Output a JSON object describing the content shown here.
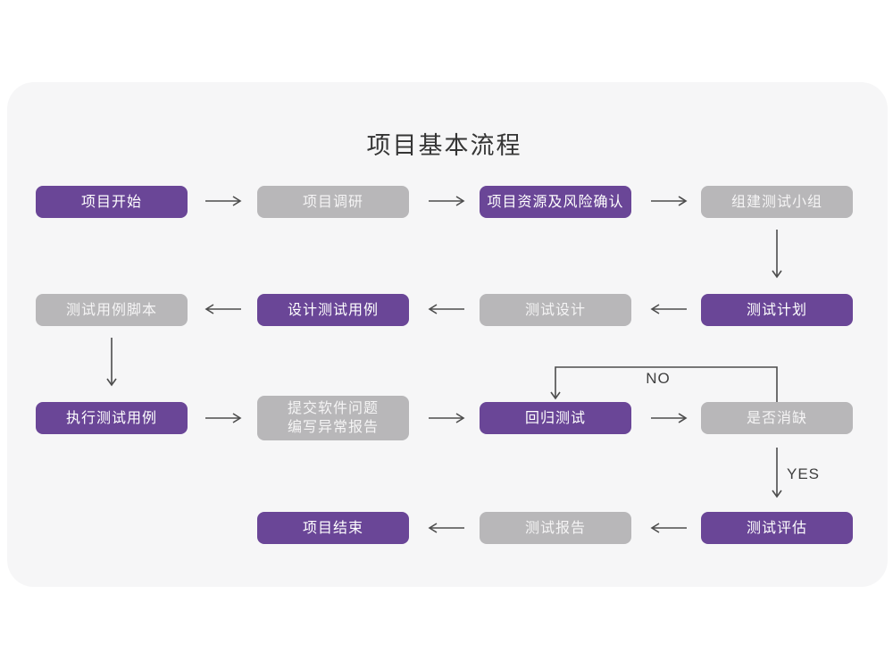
{
  "title": "项目基本流程",
  "colors": {
    "accent_purple": "#6a4697",
    "node_gray": "#b8b7b9",
    "card_background": "#f6f6f7",
    "arrow": "#4d4d4d"
  },
  "branch_labels": {
    "no": "NO",
    "yes": "YES"
  },
  "nodes": [
    {
      "label": "项目开始",
      "variant": "purple"
    },
    {
      "label": "项目调研",
      "variant": "gray"
    },
    {
      "label": "项目资源及风险确认",
      "variant": "purple"
    },
    {
      "label": "组建测试小组",
      "variant": "gray"
    },
    {
      "label": "测试用例脚本",
      "variant": "gray"
    },
    {
      "label": "设计测试用例",
      "variant": "purple"
    },
    {
      "label": "测试设计",
      "variant": "gray"
    },
    {
      "label": "测试计划",
      "variant": "purple"
    },
    {
      "label": "执行测试用例",
      "variant": "purple"
    },
    {
      "lines": [
        "提交软件问题",
        "编写异常报告"
      ],
      "variant": "gray"
    },
    {
      "label": "回归测试",
      "variant": "purple"
    },
    {
      "label": "是否消缺",
      "variant": "gray"
    },
    {
      "label": "项目结束",
      "variant": "purple"
    },
    {
      "label": "测试报告",
      "variant": "gray"
    },
    {
      "label": "测试评估",
      "variant": "purple"
    }
  ]
}
